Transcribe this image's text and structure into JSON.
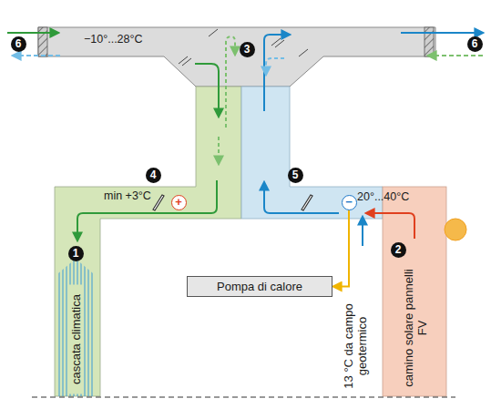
{
  "diagram": {
    "nodes": [
      {
        "text": [
          "cascata climatica"
        ]
      },
      {
        "text": [
          "camino solare pannelli FV"
        ]
      },
      {
        "text": [
          "+"
        ]
      },
      {
        "text": [
          "−"
        ]
      },
      {
        "text": [
          "Pompa di calore"
        ]
      }
    ],
    "edges": [
      {
        "from": 3,
        "to": 4,
        "arrow": "to"
      }
    ],
    "labels": [
      "6",
      "−10°...28°C",
      "3",
      "6",
      "4",
      "min +3°C",
      "5",
      "20°...40°C",
      "1",
      "2",
      "13 °C da campo geotermico"
    ]
  }
}
